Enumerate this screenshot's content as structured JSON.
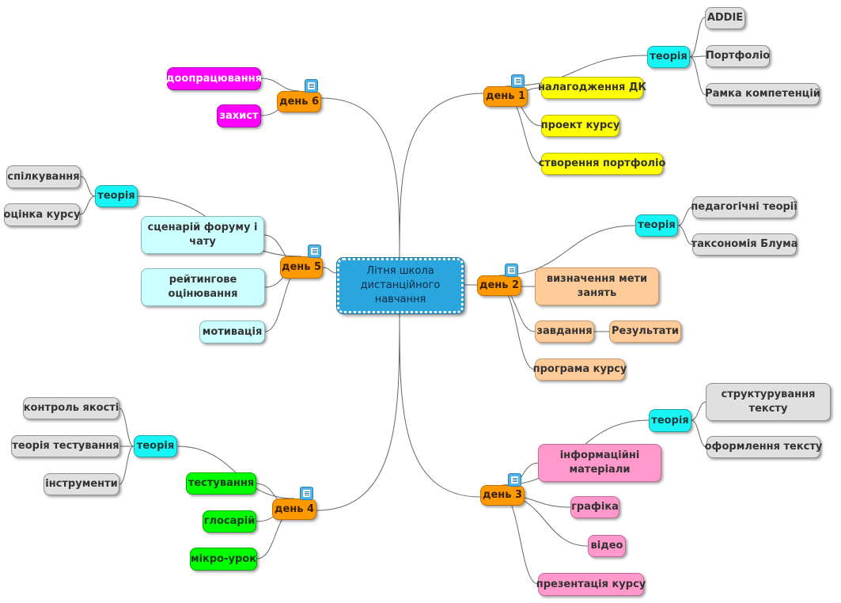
{
  "central": "Літня школа дистанційного навчання",
  "days": {
    "d1": "день 1",
    "d2": "день 2",
    "d3": "день 3",
    "d4": "день 4",
    "d5": "день 5",
    "d6": "день 6"
  },
  "day1": {
    "theory": "теорія",
    "theory_items": [
      "ADDIE",
      "Портфоліо",
      "Рамка компетенцій"
    ],
    "items": [
      "налагодження ДК",
      "проект курсу",
      "створення портфоліо"
    ]
  },
  "day2": {
    "theory": "теорія",
    "theory_items": [
      "педагогічні теорії",
      "таксономія Блума"
    ],
    "items": [
      "визначення мети занять",
      "завдання",
      "Результати",
      "програма курсу"
    ]
  },
  "day3": {
    "theory": "теорія",
    "theory_items": [
      "структурування тексту",
      "оформлення тексту"
    ],
    "items": [
      "інформаційні матеріали",
      "графіка",
      "відео",
      "презентація курсу"
    ]
  },
  "day4": {
    "theory": "теорія",
    "theory_items": [
      "контроль якості",
      "теорія тестування",
      "інструменти"
    ],
    "items": [
      "тестування",
      "глосарій",
      "мікро-урок"
    ]
  },
  "day5": {
    "theory": "теорія",
    "theory_items": [
      "спілкування",
      "оцінка курсу"
    ],
    "items": [
      "сценарій форуму і чату",
      "рейтингове оцінювання",
      "мотивація"
    ]
  },
  "day6": {
    "items": [
      "доопрацювання",
      "захист"
    ]
  },
  "icons": [
    "note-icon"
  ],
  "colors": {
    "central": "#29a6de",
    "day": "#ff9900",
    "theory": "#19f5f5",
    "neutral": "#e0e0e0",
    "day1_items": "#ffff00",
    "day2_items": "#ffcc99",
    "day3_items": "#ff99cc",
    "day4_items": "#00ff00",
    "day5_items": "#ccffff",
    "day6_items": "#ff00ff",
    "link": "#666666"
  }
}
